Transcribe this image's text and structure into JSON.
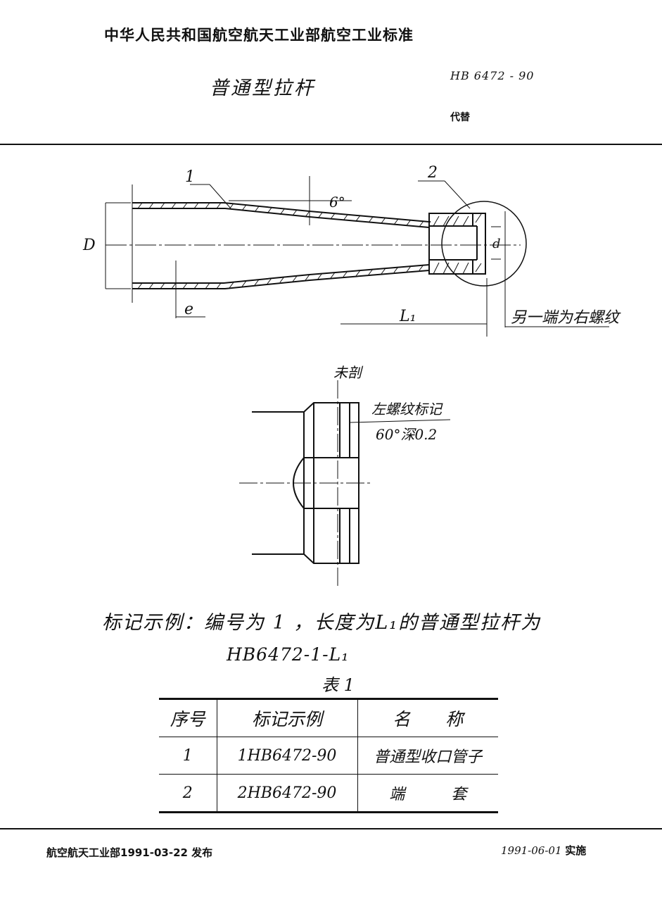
{
  "header": {
    "organization": "中华人民共和国航空航天工业部航空工业标准",
    "title": "普通型拉杆",
    "standard_number": "HB 6472 - 90",
    "replaces": "代替"
  },
  "drawing": {
    "labels": {
      "part_1": "1",
      "part_2": "2",
      "angle": "6°",
      "dim_D": "D",
      "dim_d": "d",
      "dim_e": "e",
      "dim_L1": "L₁",
      "other_end_note": "另一端为右螺纹"
    }
  },
  "detail": {
    "labels": {
      "uncut": "未剖",
      "left_thread_mark": "左螺纹标记",
      "mark_spec": "60°深0.2"
    }
  },
  "marking_example": {
    "text": "标记示例：编号为 1 ，长度为L₁的普通型拉杆为",
    "code": "HB6472-1-L₁"
  },
  "table": {
    "caption": "表 1",
    "headers": [
      "序号",
      "标记示例",
      "名　　称"
    ],
    "rows": [
      [
        "1",
        "1HB6472-90",
        "普通型收口管子"
      ],
      [
        "2",
        "2HB6472-90",
        "端　　　套"
      ]
    ]
  },
  "footer": {
    "issued": "航空航天工业部1991-03-22 发布",
    "effective_date": "1991-06-01",
    "effective_label": "实施"
  }
}
